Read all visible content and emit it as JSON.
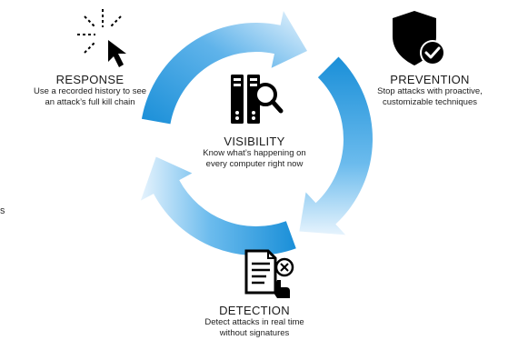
{
  "colors": {
    "arrow_dark": "#1a8fd8",
    "arrow_light": "#dcefff",
    "icon_black": "#000000"
  },
  "center": {
    "title": "VISIBILITY",
    "description_line1": "Know what’s happening on",
    "description_line2": "every computer right now",
    "icon": "server-magnifier-icon"
  },
  "stages": {
    "response": {
      "title": "RESPONSE",
      "description_line1": "Use a recorded history to see",
      "description_line2": "an attack’s full kill chain",
      "icon": "cursor-click-icon"
    },
    "prevention": {
      "title": "PREVENTION",
      "description_line1": "Stop attacks with proactive,",
      "description_line2": "customizable techniques",
      "icon": "shield-check-icon"
    },
    "detection": {
      "title": "DETECTION",
      "description_line1": "Detect attacks in real time",
      "description_line2": "without signatures",
      "icon": "document-alert-icon"
    }
  },
  "stray_text": "s"
}
